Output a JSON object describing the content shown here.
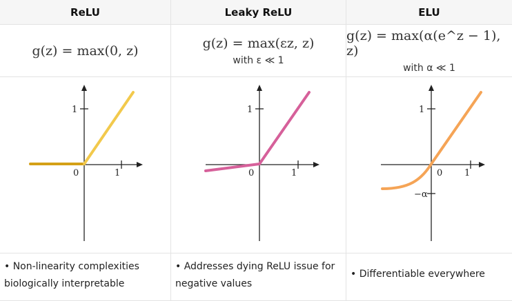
{
  "columns": [
    {
      "header": "ReLU",
      "formula": "g(z) = max(0, z)",
      "condition": "",
      "description": [
        "• Non-linearity complexities",
        "biologically interpretable"
      ]
    },
    {
      "header": "Leaky ReLU",
      "formula": "g(z) = max(εz, z)",
      "condition": "with ε ≪ 1",
      "description": [
        "• Addresses dying ReLU issue for",
        "negative values"
      ]
    },
    {
      "header": "ELU",
      "formula": "g(z) = max(α(e^z − 1), z)",
      "condition": "with α ≪ 1",
      "description": [
        "• Differentiable everywhere"
      ]
    }
  ],
  "plots": {
    "relu": {
      "tick_x": [
        "0",
        "1"
      ],
      "tick_y": [
        "1"
      ],
      "color": "#f2c94c",
      "neg_color": "#d4a017"
    },
    "leaky": {
      "tick_x": [
        "0",
        "1"
      ],
      "tick_y": [
        "1"
      ],
      "color": "#d6609a"
    },
    "elu": {
      "tick_x": [
        "0",
        "1"
      ],
      "tick_y": [
        "1",
        "−α"
      ],
      "color": "#f5a456"
    }
  },
  "colors": {
    "border": "#e3e3e3",
    "header_bg": "#f6f6f6"
  }
}
